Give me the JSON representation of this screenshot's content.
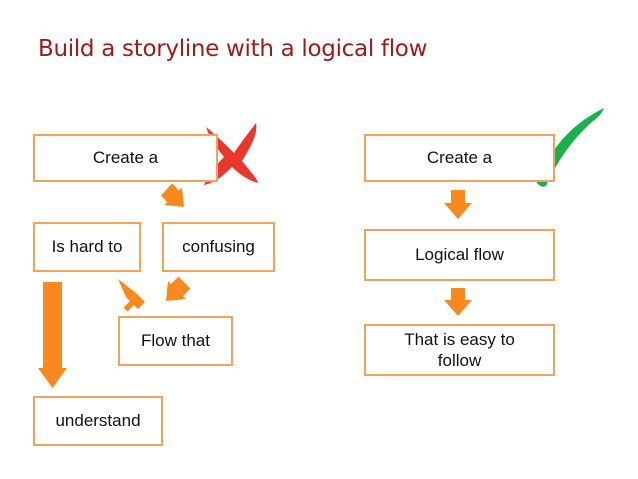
{
  "title": "Build a storyline with a logical flow",
  "colors": {
    "title": "#9b1b1b",
    "box_border": "#f0a35a",
    "arrow": "#f7891f",
    "cross": "#e8372c",
    "check": "#18b14a"
  },
  "bad_flow": {
    "marker": "cross-icon",
    "boxes": {
      "create": "Create a",
      "confusing": "confusing",
      "flow_that": "Flow that",
      "is_hard": "Is hard to",
      "understand": "understand"
    }
  },
  "good_flow": {
    "marker": "check-icon",
    "boxes": {
      "create": "Create a",
      "logical": "Logical flow",
      "easy": "That is easy to follow"
    }
  }
}
